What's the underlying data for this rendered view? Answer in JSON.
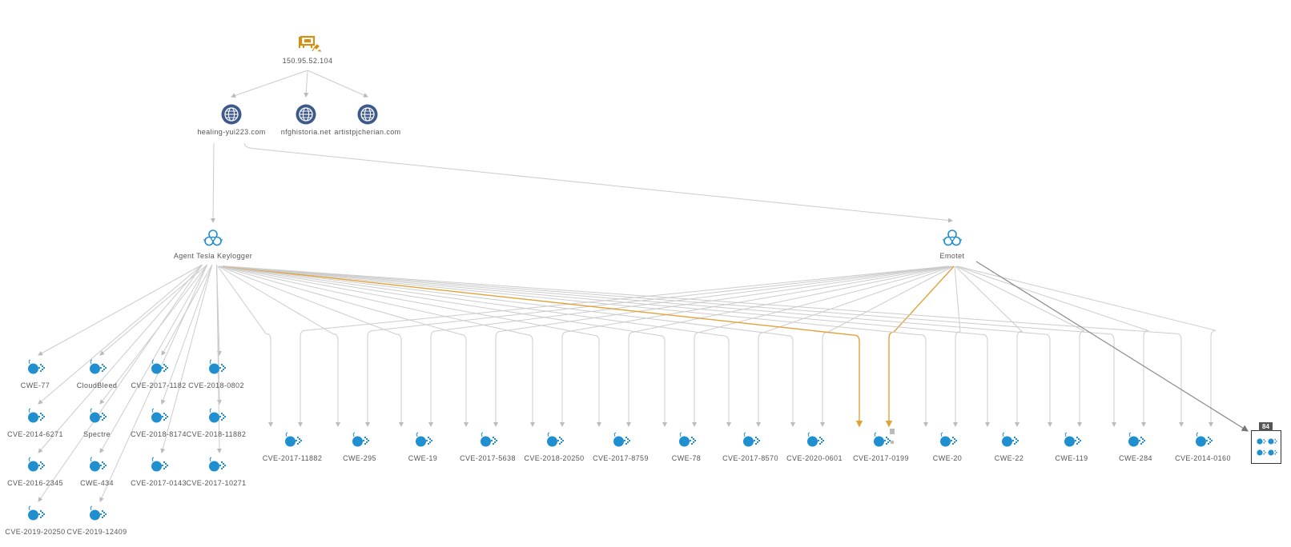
{
  "colors": {
    "edge": "#cccccc",
    "highlight": "#e3a13a",
    "dark_edge": "#8a8a8a",
    "domain_icon": "#3e5a8c",
    "vuln_icon": "#1f8fd0",
    "malware_icon": "#1f8fd0",
    "ip_icon": "#d48f12"
  },
  "ip": {
    "label": "150.95.52.104",
    "icon": "ip-address-icon"
  },
  "domains": [
    {
      "label": "healing-yui223.com",
      "icon": "globe-icon"
    },
    {
      "label": "nfghistoria.net",
      "icon": "globe-icon"
    },
    {
      "label": "artistpjcherian.com",
      "icon": "globe-icon"
    }
  ],
  "malware": [
    {
      "label": "Agent Tesla Keylogger",
      "icon": "biohazard-icon"
    },
    {
      "label": "Emotet",
      "icon": "biohazard-icon"
    }
  ],
  "left_vulnerabilities": [
    "CWE-77",
    "CloudBleed",
    "CVE-2017-1182",
    "CVE-2018-0802",
    "CVE-2014-6271",
    "Spectre",
    "CVE-2018-8174",
    "CVE-2018-11882",
    "CVE-2016-2345",
    "CWE-434",
    "CVE-2017-0143",
    "CVE-2017-10271",
    "CVE-2019-20250",
    "CVE-2019-12409"
  ],
  "shared_vulnerabilities": [
    "CVE-2017-11882",
    "CWE-295",
    "CWE-19",
    "CVE-2017-5638",
    "CVE-2018-20250",
    "CVE-2017-8759",
    "CWE-78",
    "CVE-2017-8570",
    "CVE-2020-0601",
    "CVE-2017-0199",
    "CWE-20",
    "CWE-22",
    "CWE-119",
    "CWE-284",
    "CVE-2014-0160"
  ],
  "highlighted_vulnerability": "CVE-2017-0199",
  "cluster": {
    "count": "84",
    "icon": "vulnerability-cluster-icon"
  }
}
